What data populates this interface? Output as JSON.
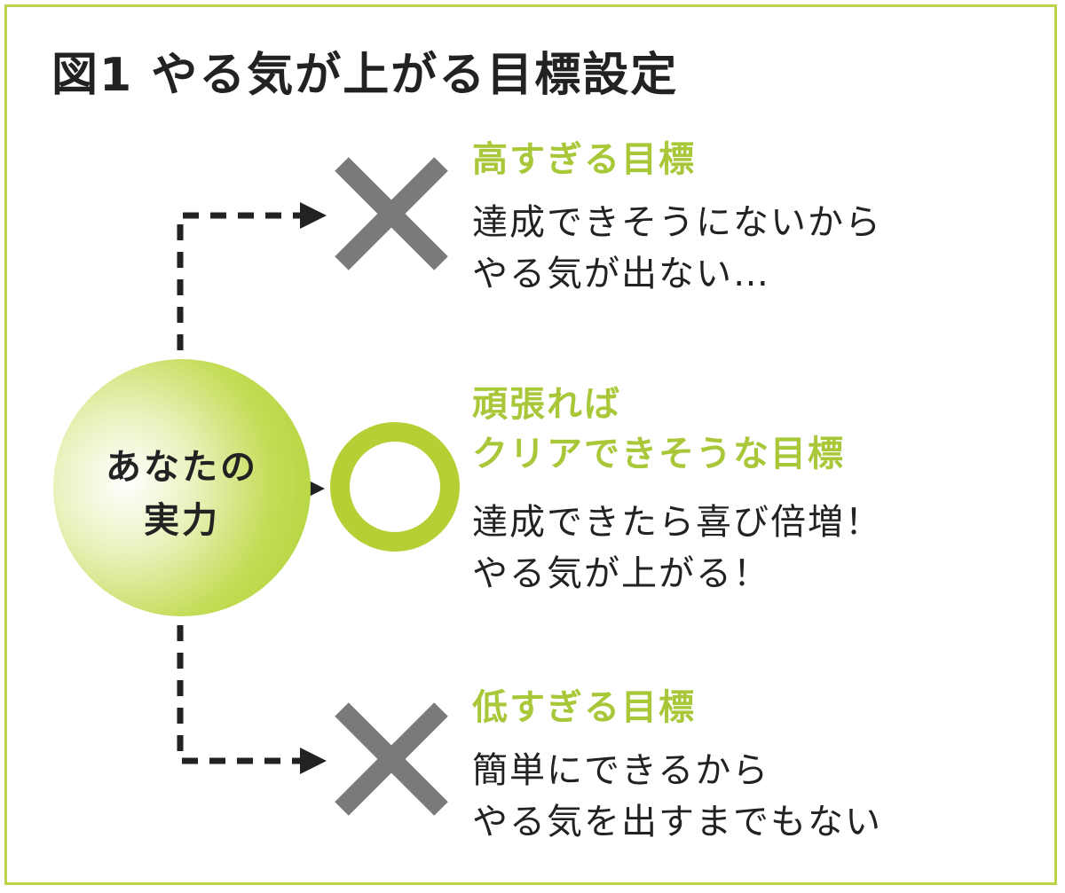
{
  "title": "図1 やる気が上がる目標設定",
  "center": {
    "line1": "あなたの",
    "line2": "実力"
  },
  "high": {
    "heading": "高すぎる目標",
    "body1": "達成できそうにないから",
    "body2": "やる気が出ない…",
    "mark": "cross-icon"
  },
  "mid": {
    "heading1": "頑張れば",
    "heading2": "クリアできそうな目標",
    "body1": "達成できたら喜び倍増！",
    "body2": "やる気が上がる！",
    "mark": "circle-icon"
  },
  "low": {
    "heading": "低すぎる目標",
    "body1": "簡単にできるから",
    "body2": "やる気を出すまでもない",
    "mark": "cross-icon"
  },
  "colors": {
    "accent": "#a8c83a",
    "border": "#bcd44a",
    "cross": "#7a7a7a",
    "ring": "#b4d034",
    "text": "#222222"
  }
}
